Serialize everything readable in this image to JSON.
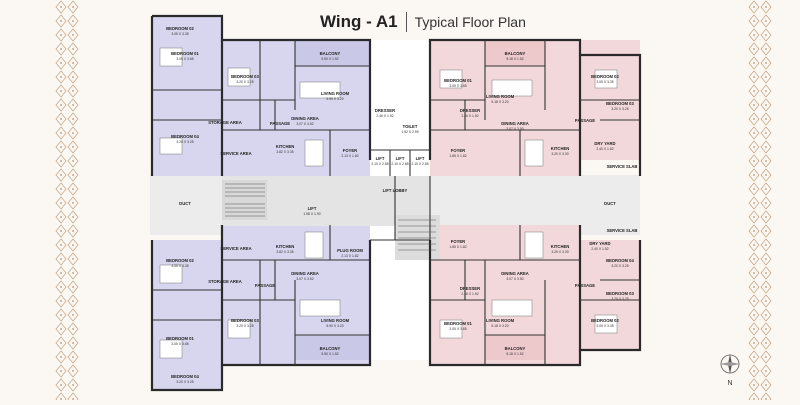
{
  "title": {
    "main": "Wing - A1",
    "sub": "Typical Floor Plan"
  },
  "compass": {
    "label": "N"
  },
  "colors": {
    "purple": "#d7d6ee",
    "pink": "#f2d8da",
    "grey": "#e7e7e7",
    "wall": "#2a2a2a",
    "background": "#fbf8f3"
  },
  "rooms": {
    "tl_bed2": {
      "name": "BEDROOM 02",
      "dims": "3.05 X 3.35"
    },
    "tl_bed3": {
      "name": "BEDROOM 03",
      "dims": "3.20 X 3.25"
    },
    "tl_bed1": {
      "name": "BEDROOM 01",
      "dims": "3.05 X 3.65"
    },
    "tl_bed4": {
      "name": "BEDROOM 04",
      "dims": "3.20 X 3.25"
    },
    "tl_balcony": {
      "name": "BALCONY",
      "dims": "5.90 X 1.52"
    },
    "tl_living": {
      "name": "LIVING ROOM",
      "dims": "5.90 X 3.20"
    },
    "tl_dining": {
      "name": "DINING AREA",
      "dims": "3.07 X 3.52"
    },
    "tl_kitchen": {
      "name": "KITCHEN",
      "dims": "3.82 X 3.35"
    },
    "tl_storage": {
      "name": "STORAGE AREA",
      "dims": ""
    },
    "tl_passage": {
      "name": "PASSAGE",
      "dims": ""
    },
    "tl_service": {
      "name": "SERVICE AREA",
      "dims": ""
    },
    "tl_foyer": {
      "name": "FOYER",
      "dims": "2.13 X 1.82"
    },
    "tl_dress": {
      "name": "DRESSER",
      "dims": "2.46 X 1.52"
    },
    "tl_toilet": {
      "name": "TOILET",
      "dims": "1.52 X 2.59"
    },
    "tr_balcony": {
      "name": "BALCONY",
      "dims": "5.18 X 1.52"
    },
    "tr_living": {
      "name": "LIVING ROOM",
      "dims": "5.18 X 3.20"
    },
    "tr_dining": {
      "name": "DINING AREA",
      "dims": "3.07 X 3.50"
    },
    "tr_kitchen": {
      "name": "KITCHEN",
      "dims": "3.20 X 3.30"
    },
    "tr_foyer": {
      "name": "FOYER",
      "dims": "1.85 X 1.82"
    },
    "tr_bed1": {
      "name": "BEDROOM 01",
      "dims": "3.05 X 3.65"
    },
    "tr_bed2": {
      "name": "BEDROOM 02",
      "dims": "3.05 X 3.35"
    },
    "tr_bed3": {
      "name": "BEDROOM 03",
      "dims": "3.20 X 3.25"
    },
    "tr_dryyard": {
      "name": "DRY YARD",
      "dims": "2.40 X 1.52"
    },
    "tr_service": {
      "name": "SERVICE SLAB",
      "dims": ""
    },
    "tr_passage": {
      "name": "PASSAGE",
      "dims": ""
    },
    "tr_dress": {
      "name": "DRESSER",
      "dims": "2.46 X 1.52"
    },
    "lift1": {
      "name": "LIFT",
      "dims": "2.10 X 2.85"
    },
    "lift2": {
      "name": "LIFT",
      "dims": "2.10 X 2.85"
    },
    "lift3": {
      "name": "LIFT",
      "dims": "2.10 X 2.85"
    },
    "lift4": {
      "name": "LIFT",
      "dims": "1.98 X 1.90"
    },
    "lobby": {
      "name": "LIFT LOBBY",
      "dims": ""
    },
    "duct1": {
      "name": "DUCT",
      "dims": ""
    },
    "duct2": {
      "name": "DUCT",
      "dims": ""
    },
    "bl_bed2": {
      "name": "BEDROOM 02",
      "dims": "3.05 X 3.35"
    },
    "bl_bed3": {
      "name": "BEDROOM 03",
      "dims": "3.20 X 3.25"
    },
    "bl_bed1": {
      "name": "BEDROOM 01",
      "dims": "3.05 X 3.65"
    },
    "bl_bed4": {
      "name": "BEDROOM 04",
      "dims": "3.20 X 3.25"
    },
    "bl_kitchen": {
      "name": "KITCHEN",
      "dims": "3.82 X 3.35"
    },
    "bl_dining": {
      "name": "DINING AREA",
      "dims": "3.07 X 3.52"
    },
    "bl_living": {
      "name": "LIVING ROOM",
      "dims": "5.90 X 3.20"
    },
    "bl_balcony": {
      "name": "BALCONY",
      "dims": "5.90 X 1.52"
    },
    "bl_storage": {
      "name": "STORAGE AREA",
      "dims": ""
    },
    "bl_passage": {
      "name": "PASSAGE",
      "dims": ""
    },
    "bl_service": {
      "name": "SERVICE AREA",
      "dims": ""
    },
    "bl_foyer": {
      "name": "PLUG ROOM",
      "dims": "2.13 X 1.82"
    },
    "br_kitchen": {
      "name": "KITCHEN",
      "dims": "3.25 X 3.30"
    },
    "br_dining": {
      "name": "DINING AREA",
      "dims": "3.07 X 3.50"
    },
    "br_living": {
      "name": "LIVING ROOM",
      "dims": "5.18 X 3.20"
    },
    "br_balcony": {
      "name": "BALCONY",
      "dims": "5.18 X 1.52"
    },
    "br_foyer": {
      "name": "FOYER",
      "dims": "1.85 X 1.82"
    },
    "br_bed1": {
      "name": "BEDROOM 01",
      "dims": "3.05 X 3.65"
    },
    "br_bed2": {
      "name": "BEDROOM 02",
      "dims": "3.05 X 3.35"
    },
    "br_bed3": {
      "name": "BEDROOM 03",
      "dims": "3.20 X 3.25"
    },
    "br_bed4": {
      "name": "BEDROOM 04",
      "dims": "3.20 X 3.25"
    },
    "br_dryyard": {
      "name": "DRY YARD",
      "dims": "2.40 X 1.52"
    },
    "br_service": {
      "name": "SERVICE SLAB",
      "dims": ""
    },
    "br_passage": {
      "name": "PASSAGE",
      "dims": ""
    },
    "br_dress": {
      "name": "DRESSER",
      "dims": "2.46 X 1.52"
    }
  }
}
